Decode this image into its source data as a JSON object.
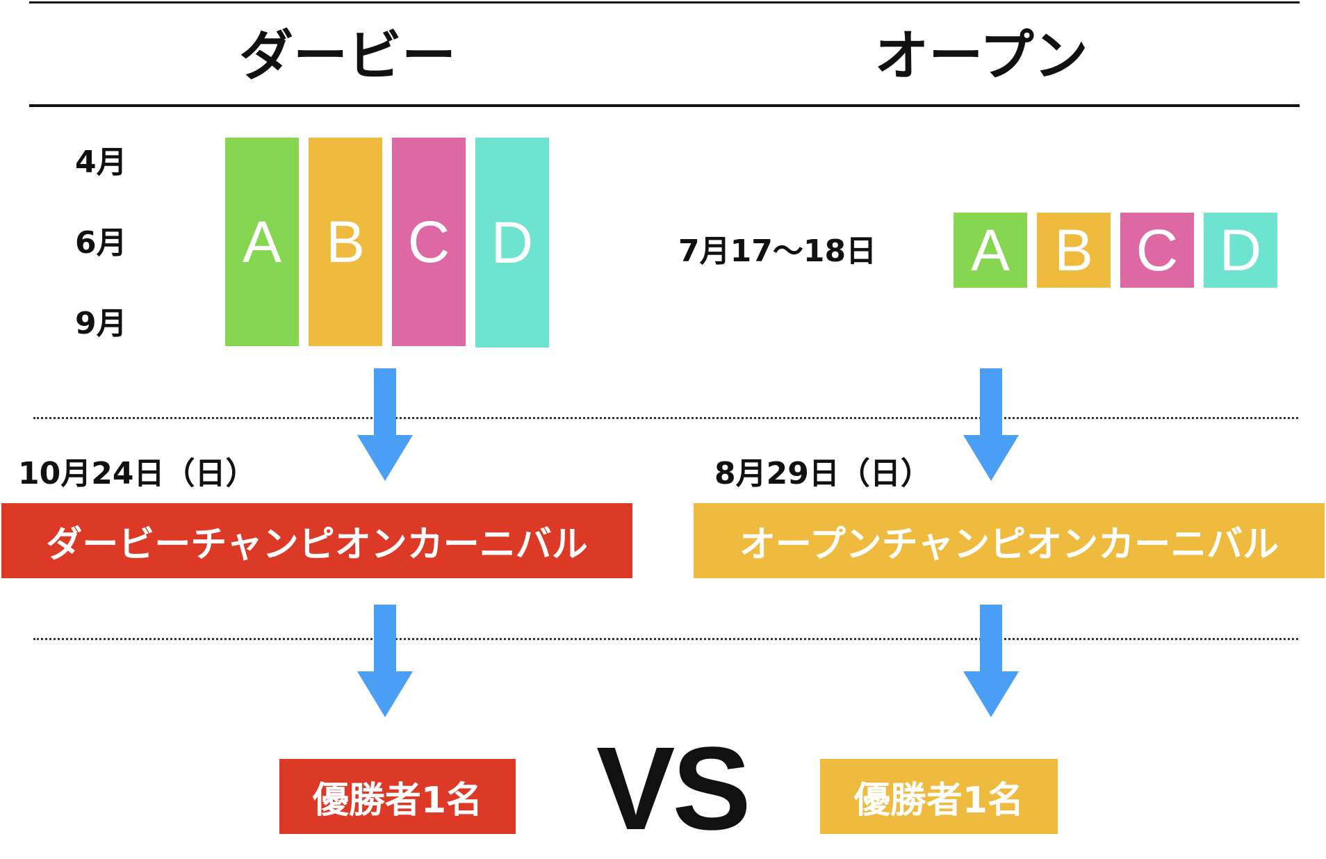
{
  "headings": {
    "left": "ダービー",
    "right": "オープン"
  },
  "months": [
    "4月",
    "6月",
    "9月"
  ],
  "derby_blocks": [
    {
      "label": "A",
      "color": "#86D652"
    },
    {
      "label": "B",
      "color": "#EEBB3E"
    },
    {
      "label": "C",
      "color": "#DE68A4"
    },
    {
      "label": "D",
      "color": "#6EE3D0"
    }
  ],
  "open_date": "7月17〜18日",
  "open_blocks": [
    {
      "label": "A",
      "color": "#86D652"
    },
    {
      "label": "B",
      "color": "#EEBB3E"
    },
    {
      "label": "C",
      "color": "#DE68A4"
    },
    {
      "label": "D",
      "color": "#6EE3D0"
    }
  ],
  "derby_final": {
    "date": "10月24日（日）",
    "event": "ダービーチャンピオンカーニバル",
    "color": "#DC3A27"
  },
  "open_final": {
    "date": "8月29日（日）",
    "event": "オープンチャンピオンカーニバル",
    "color": "#EEBB3E"
  },
  "winner_left": "優勝者1名",
  "winner_right": "優勝者1名",
  "vs": "VS",
  "arrow_color": "#4A9EF3"
}
